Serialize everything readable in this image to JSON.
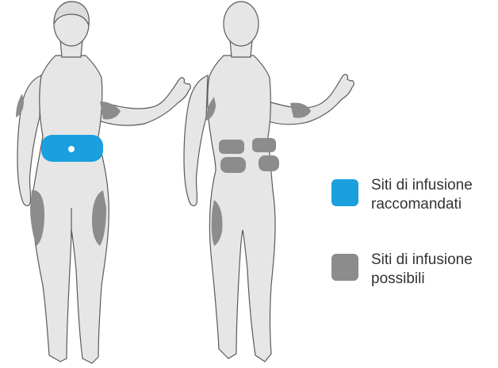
{
  "colors": {
    "body_fill": "#e6e6e6",
    "body_outline": "#5a5a5a",
    "recommended": "#1aa0de",
    "possible": "#8c8c8c",
    "text": "#333333"
  },
  "figures": [
    {
      "view": "front",
      "icon": "human-body-front-icon"
    },
    {
      "view": "back",
      "icon": "human-body-back-icon"
    }
  ],
  "legend": [
    {
      "line1": "Siti di infusione",
      "line2": "raccomandati",
      "color": "#1aa0de"
    },
    {
      "line1": "Siti di infusione",
      "line2": "possibili",
      "color": "#8c8c8c"
    }
  ]
}
